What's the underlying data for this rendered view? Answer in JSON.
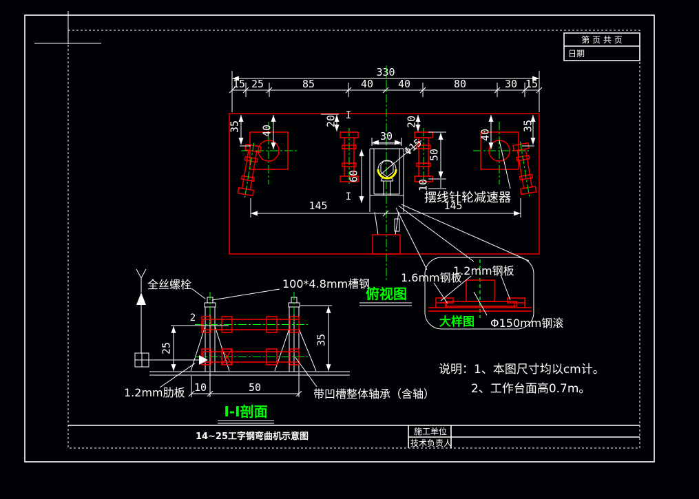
{
  "colors": {
    "background": "#000104",
    "line": "#ffffff",
    "part": "#ff0000",
    "centerline": "#00ff00",
    "highlight": "#ffff00",
    "view_label": "#00ff00"
  },
  "header_table": {
    "pages": "第    页  共    页",
    "date": "日期"
  },
  "top_view": {
    "label": "俯视图",
    "dim_overall": "330",
    "chain": [
      "15",
      "25",
      "85",
      "40",
      "40",
      "80",
      "30",
      "15"
    ],
    "dim_35_left": "35",
    "dim_40_left": "40",
    "dim_20_left": "20",
    "dim_30": "30",
    "dim_phi15": "Φ15",
    "dim_60": "60",
    "dim_50": "50",
    "dim_10": "10",
    "dim_20_right": "20",
    "dim_40_right": "40",
    "dim_35_right": "35",
    "dim_145_left": "145",
    "dim_145_right": "145",
    "section_mark": "I",
    "reducer_label": "摆线针轮减速器"
  },
  "detail_view": {
    "label": "大样图",
    "plate_16": "1.6mm钢板",
    "plate_12": "1.2mm钢板",
    "roller": "Φ150mm钢滚"
  },
  "section_view": {
    "label": "I-I剖面",
    "bolt": "全丝螺栓",
    "channel": "100*4.8mm槽钢",
    "rib": "1.2mm肋板",
    "bearing": "带凹槽整体轴承（含轴）",
    "dim_2": "2",
    "dim_25": "25",
    "dim_35": "35",
    "dim_10": "10",
    "dim_50": "50"
  },
  "notes": {
    "line1": "说明：1、本图尺寸均以cm计。",
    "line2": "2、工作台面高0.7m。"
  },
  "title_block": {
    "title": "14~25工字钢弯曲机示意图",
    "org": "施工单位",
    "tech": "技术负责人"
  }
}
